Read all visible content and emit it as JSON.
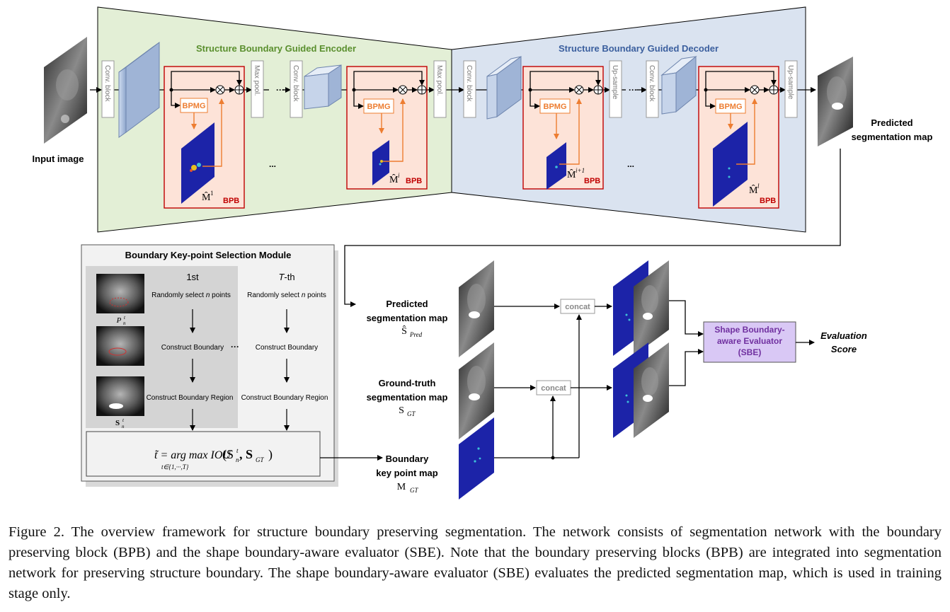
{
  "encoder": {
    "title": "Structure Boundary Guided Encoder",
    "title_color": "#5a8f2e",
    "fill": "#e3efd6"
  },
  "decoder": {
    "title": "Structure Boundary Guided Decoder",
    "title_color": "#3b5f9e",
    "fill": "#dae3f0"
  },
  "labels": {
    "input_image": "Input image",
    "predicted_top_1": "Predicted",
    "predicted_top_2": "segmentation map",
    "conv_block": "Conv. block",
    "max_pool": "Max pool.",
    "up_sample": "Up-sample",
    "bpmg": "BPMG",
    "bpb": "BPB",
    "dots": "...",
    "dots_h": "···",
    "m1": "M̂",
    "m1_sup": "1",
    "mi": "M̂",
    "mi_sup": "i",
    "mi1": "M̂",
    "mi1_sup": "i+1",
    "ml": "M̂",
    "ml_sup": "l"
  },
  "bksm": {
    "title": "Boundary Key-point Selection Module",
    "col1": "1st",
    "colT_italic": "T",
    "colT_rest": "-th",
    "step1_pre": "Randomly select ",
    "step1_n": "n",
    "step1_post": " points",
    "step2": "Construct Boundary",
    "step3": "Construct Boundary Region",
    "pn": "P",
    "pn_sub": "n",
    "pn_sup": "t",
    "sn": "S",
    "sn_sub": "n",
    "sn_sup": "t",
    "formula_lhs": "t̃ = arg max IOU",
    "formula_args": "(S",
    "formula_args2": ", S",
    "formula_gt": "GT",
    "formula_close": ")",
    "formula_sub": "t∈{1,···,T}"
  },
  "sbe_inputs": {
    "pred_1": "Predicted",
    "pred_2": "segmentation map",
    "pred_sym": "Ŝ",
    "pred_sub": "Pred",
    "gt_1": "Ground-truth",
    "gt_2": "segmentation map",
    "gt_sym": "S",
    "gt_sub": "GT",
    "kp_1": "Boundary",
    "kp_2": "key point map",
    "kp_sym": "M",
    "kp_sub": "GT",
    "concat": "concat"
  },
  "sbe": {
    "line1": "Shape Boundary-",
    "line2": "aware Evaluator",
    "line3": "(SBE)",
    "text_color": "#7030a0",
    "fill": "#d9c8f5"
  },
  "evaluation": {
    "line1": "Evaluation",
    "line2": "Score"
  },
  "colors": {
    "bpb_border": "#c00000",
    "bpb_fill": "#fde3d8",
    "bpmg": "#ed7d31",
    "map_blue": "#1c23a8"
  },
  "caption": "Figure 2. The overview framework for structure boundary preserving segmentation. The network consists of segmentation network with the boundary preserving block (BPB) and the shape boundary-aware evaluator (SBE). Note that the boundary preserving blocks (BPB) are integrated into segmentation network for preserving structure boundary. The shape boundary-aware evaluator (SBE) evaluates the predicted segmentation map, which is used in training stage only."
}
